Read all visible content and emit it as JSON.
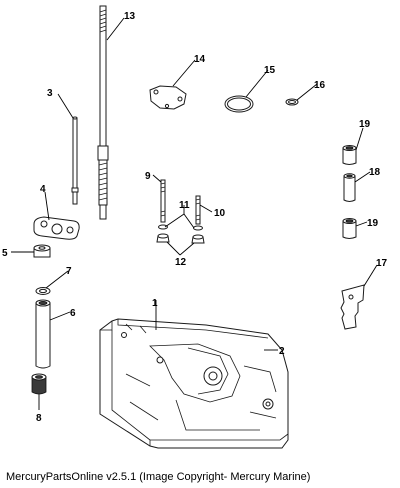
{
  "callouts": {
    "c1": "1",
    "c2": "2",
    "c3": "3",
    "c4": "4",
    "c5": "5",
    "c6": "6",
    "c7": "7",
    "c8": "8",
    "c9": "9",
    "c10": "10",
    "c11": "11",
    "c12": "12",
    "c13": "13",
    "c14": "14",
    "c15": "15",
    "c16": "16",
    "c17": "17",
    "c18": "18",
    "c19a": "19",
    "c19b": "19"
  },
  "caption": "MercuryPartsOnline v2.5.1 (Image Copyright- Mercury Marine)"
}
